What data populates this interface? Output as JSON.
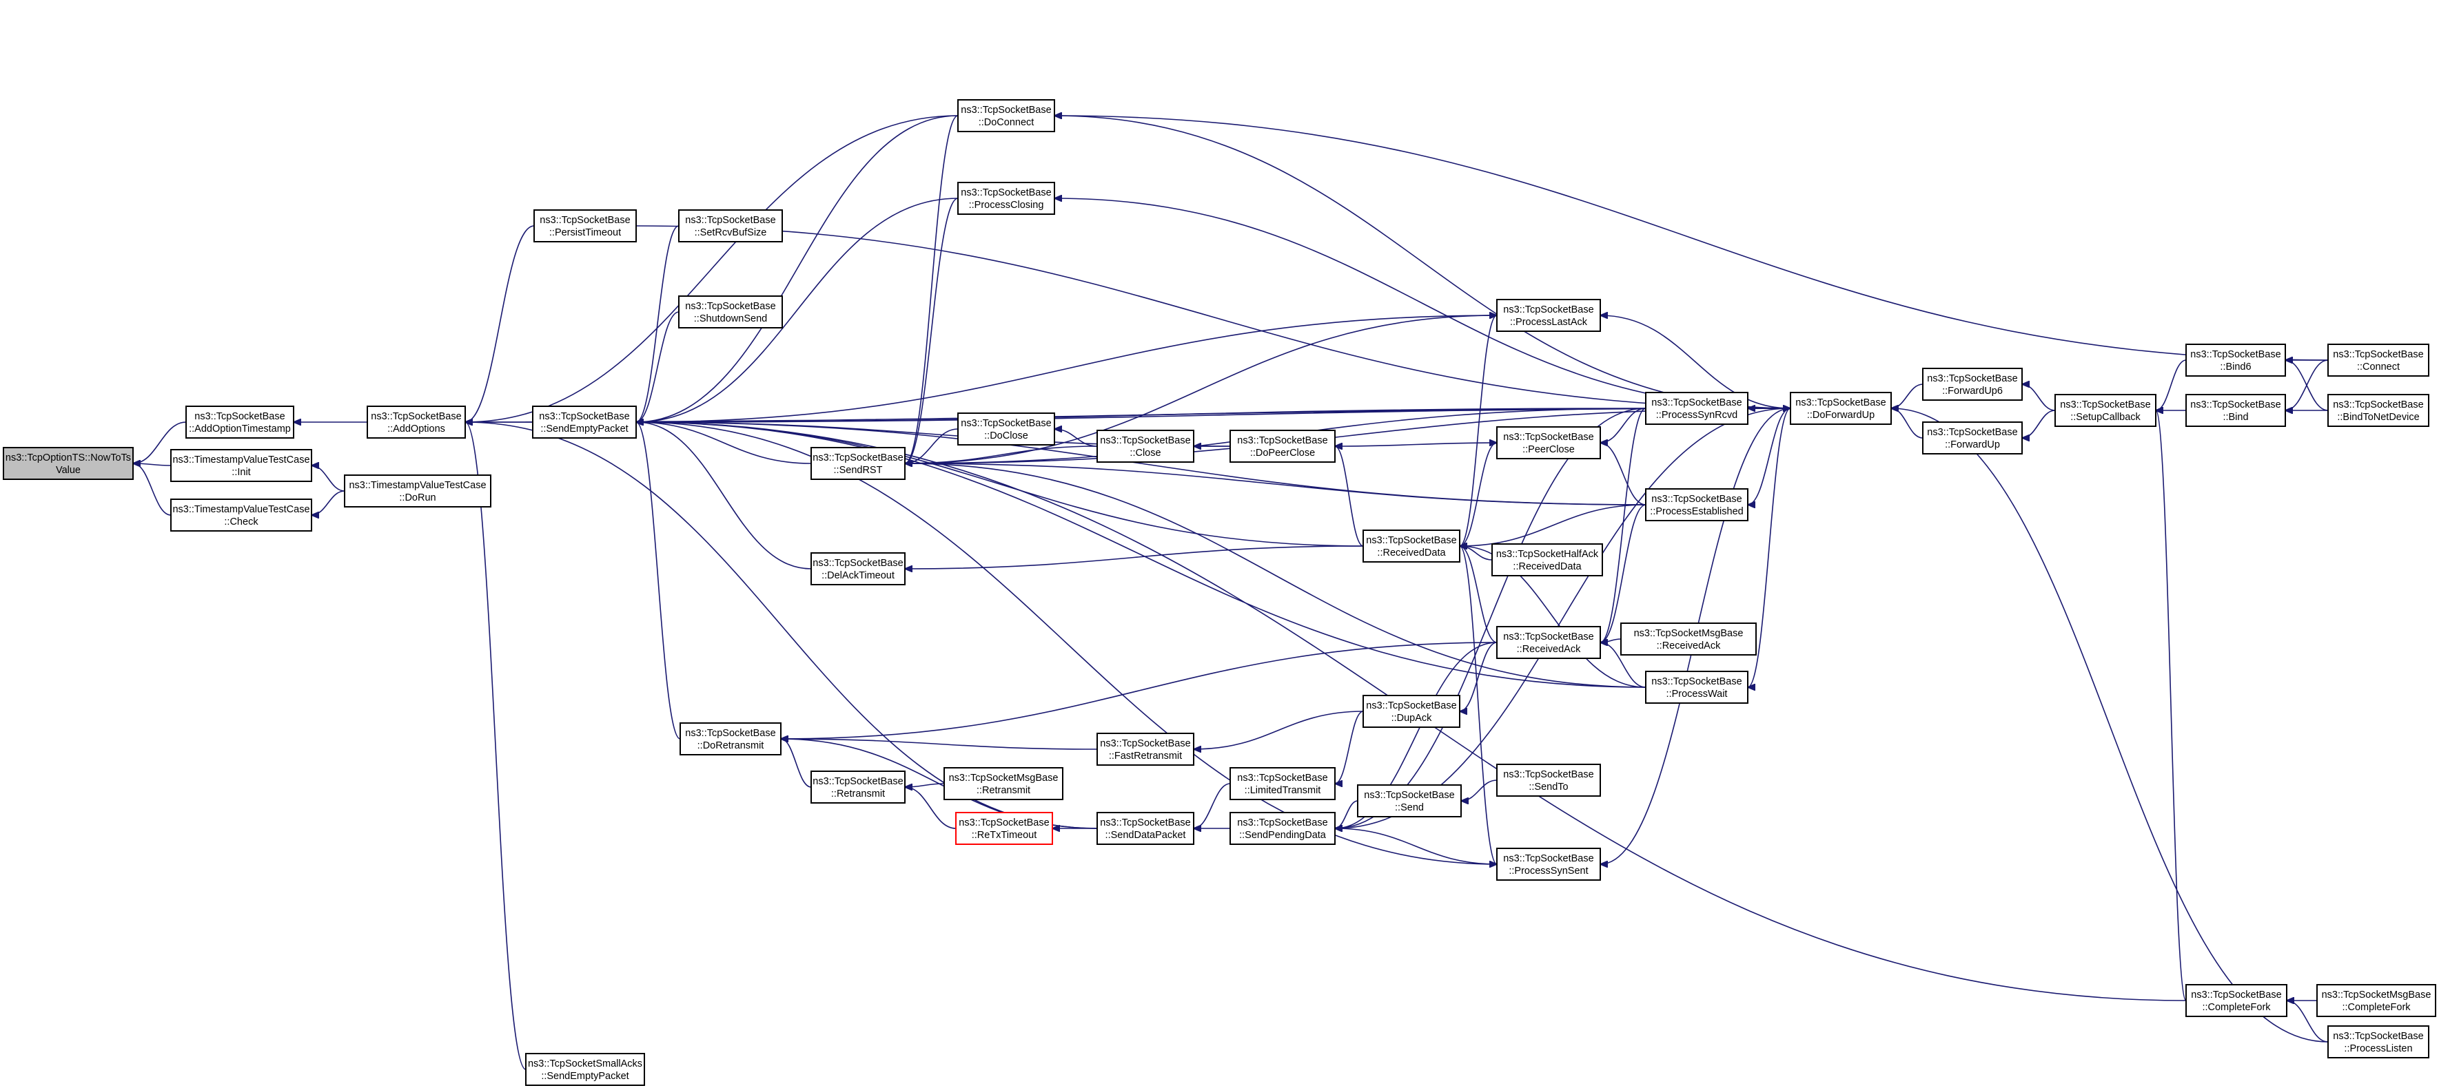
{
  "nodes": [
    {
      "id": "root",
      "lines": [
        "ns3::TcpOptionTS::NowToTs",
        "Value"
      ],
      "style": "root"
    },
    {
      "id": "addOptTs",
      "lines": [
        "ns3::TcpSocketBase",
        "::AddOptionTimestamp"
      ]
    },
    {
      "id": "tvtInit",
      "lines": [
        "ns3::TimestampValueTestCase",
        "::Init"
      ]
    },
    {
      "id": "tvtCheck",
      "lines": [
        "ns3::TimestampValueTestCase",
        "::Check"
      ]
    },
    {
      "id": "tvtDoRun",
      "lines": [
        "ns3::TimestampValueTestCase",
        "::DoRun"
      ]
    },
    {
      "id": "addOptions",
      "lines": [
        "ns3::TcpSocketBase",
        "::AddOptions"
      ]
    },
    {
      "id": "persistTimeout",
      "lines": [
        "ns3::TcpSocketBase",
        "::PersistTimeout"
      ]
    },
    {
      "id": "sendEmpty",
      "lines": [
        "ns3::TcpSocketBase",
        "::SendEmptyPacket"
      ]
    },
    {
      "id": "smallAcks",
      "lines": [
        "ns3::TcpSocketSmallAcks",
        "::SendEmptyPacket"
      ]
    },
    {
      "id": "setRcvBuf",
      "lines": [
        "ns3::TcpSocketBase",
        "::SetRcvBufSize"
      ]
    },
    {
      "id": "shutdownSend",
      "lines": [
        "ns3::TcpSocketBase",
        "::ShutdownSend"
      ]
    },
    {
      "id": "doConnect",
      "lines": [
        "ns3::TcpSocketBase",
        "::DoConnect"
      ]
    },
    {
      "id": "processClosing",
      "lines": [
        "ns3::TcpSocketBase",
        "::ProcessClosing"
      ]
    },
    {
      "id": "sendRst",
      "lines": [
        "ns3::TcpSocketBase",
        "::SendRST"
      ]
    },
    {
      "id": "doClose",
      "lines": [
        "ns3::TcpSocketBase",
        "::DoClose"
      ]
    },
    {
      "id": "delAckTimeout",
      "lines": [
        "ns3::TcpSocketBase",
        "::DelAckTimeout"
      ]
    },
    {
      "id": "doRetransmit",
      "lines": [
        "ns3::TcpSocketBase",
        "::DoRetransmit"
      ]
    },
    {
      "id": "retransmit",
      "lines": [
        "ns3::TcpSocketBase",
        "::Retransmit"
      ]
    },
    {
      "id": "msgRetransmit",
      "lines": [
        "ns3::TcpSocketMsgBase",
        "::Retransmit"
      ]
    },
    {
      "id": "reTxTimeout",
      "lines": [
        "ns3::TcpSocketBase",
        "::ReTxTimeout"
      ],
      "style": "red"
    },
    {
      "id": "close",
      "lines": [
        "ns3::TcpSocketBase",
        "::Close"
      ]
    },
    {
      "id": "fastRetransmit",
      "lines": [
        "ns3::TcpSocketBase",
        "::FastRetransmit"
      ]
    },
    {
      "id": "sendDataPacket",
      "lines": [
        "ns3::TcpSocketBase",
        "::SendDataPacket"
      ]
    },
    {
      "id": "doPeerClose",
      "lines": [
        "ns3::TcpSocketBase",
        "::DoPeerClose"
      ]
    },
    {
      "id": "limitedTransmit",
      "lines": [
        "ns3::TcpSocketBase",
        "::LimitedTransmit"
      ]
    },
    {
      "id": "sendPending",
      "lines": [
        "ns3::TcpSocketBase",
        "::SendPendingData"
      ]
    },
    {
      "id": "receivedData",
      "lines": [
        "ns3::TcpSocketBase",
        "::ReceivedData"
      ]
    },
    {
      "id": "dupAck",
      "lines": [
        "ns3::TcpSocketBase",
        "::DupAck"
      ]
    },
    {
      "id": "send",
      "lines": [
        "ns3::TcpSocketBase",
        "::Send"
      ]
    },
    {
      "id": "halfAckRecv",
      "lines": [
        "ns3::TcpSocketHalfAck",
        "::ReceivedData"
      ]
    },
    {
      "id": "processLastAck",
      "lines": [
        "ns3::TcpSocketBase",
        "::ProcessLastAck"
      ]
    },
    {
      "id": "peerClose",
      "lines": [
        "ns3::TcpSocketBase",
        "::PeerClose"
      ]
    },
    {
      "id": "receivedAck",
      "lines": [
        "ns3::TcpSocketBase",
        "::ReceivedAck"
      ]
    },
    {
      "id": "sendTo",
      "lines": [
        "ns3::TcpSocketBase",
        "::SendTo"
      ]
    },
    {
      "id": "processSynSent",
      "lines": [
        "ns3::TcpSocketBase",
        "::ProcessSynSent"
      ]
    },
    {
      "id": "processSynRcvd",
      "lines": [
        "ns3::TcpSocketBase",
        "::ProcessSynRcvd"
      ]
    },
    {
      "id": "processEstablished",
      "lines": [
        "ns3::TcpSocketBase",
        "::ProcessEstablished"
      ]
    },
    {
      "id": "msgReceivedAck",
      "lines": [
        "ns3::TcpSocketMsgBase",
        "::ReceivedAck"
      ]
    },
    {
      "id": "processWait",
      "lines": [
        "ns3::TcpSocketBase",
        "::ProcessWait"
      ]
    },
    {
      "id": "doForwardUp",
      "lines": [
        "ns3::TcpSocketBase",
        "::DoForwardUp"
      ]
    },
    {
      "id": "forwardUp6",
      "lines": [
        "ns3::TcpSocketBase",
        "::ForwardUp6"
      ]
    },
    {
      "id": "forwardUp",
      "lines": [
        "ns3::TcpSocketBase",
        "::ForwardUp"
      ]
    },
    {
      "id": "setupCallback",
      "lines": [
        "ns3::TcpSocketBase",
        "::SetupCallback"
      ]
    },
    {
      "id": "bind6",
      "lines": [
        "ns3::TcpSocketBase",
        "::Bind6"
      ]
    },
    {
      "id": "bind",
      "lines": [
        "ns3::TcpSocketBase",
        "::Bind"
      ]
    },
    {
      "id": "connect",
      "lines": [
        "ns3::TcpSocketBase",
        "::Connect"
      ]
    },
    {
      "id": "bindToNetDevice",
      "lines": [
        "ns3::TcpSocketBase",
        "::BindToNetDevice"
      ]
    },
    {
      "id": "completeFork",
      "lines": [
        "ns3::TcpSocketBase",
        "::CompleteFork"
      ]
    },
    {
      "id": "msgCompleteFork",
      "lines": [
        "ns3::TcpSocketMsgBase",
        "::CompleteFork"
      ]
    },
    {
      "id": "processListen",
      "lines": [
        "ns3::TcpSocketBase",
        "::ProcessListen"
      ]
    }
  ],
  "edges": [
    [
      "addOptTs",
      "root"
    ],
    [
      "tvtInit",
      "root"
    ],
    [
      "tvtCheck",
      "root"
    ],
    [
      "tvtDoRun",
      "tvtInit"
    ],
    [
      "tvtDoRun",
      "tvtCheck"
    ],
    [
      "addOptions",
      "addOptTs"
    ],
    [
      "persistTimeout",
      "addOptions"
    ],
    [
      "sendEmpty",
      "addOptions"
    ],
    [
      "smallAcks",
      "addOptions"
    ],
    [
      "doConnect",
      "addOptions"
    ],
    [
      "doForwardUp",
      "addOptions"
    ],
    [
      "sendDataPacket",
      "addOptions"
    ],
    [
      "processSynSent",
      "sendEmpty"
    ],
    [
      "completeFork",
      "sendEmpty"
    ],
    [
      "doRetransmit",
      "sendEmpty"
    ],
    [
      "setRcvBuf",
      "sendEmpty"
    ],
    [
      "shutdownSend",
      "sendEmpty"
    ],
    [
      "doConnect",
      "sendEmpty"
    ],
    [
      "processClosing",
      "sendEmpty"
    ],
    [
      "sendRst",
      "sendEmpty"
    ],
    [
      "delAckTimeout",
      "sendEmpty"
    ],
    [
      "doPeerClose",
      "sendEmpty"
    ],
    [
      "receivedData",
      "sendEmpty"
    ],
    [
      "processLastAck",
      "sendEmpty"
    ],
    [
      "processSynRcvd",
      "sendEmpty"
    ],
    [
      "processEstablished",
      "sendEmpty"
    ],
    [
      "doForwardUp",
      "sendEmpty"
    ],
    [
      "processWait",
      "sendEmpty"
    ],
    [
      "persistTimeout",
      "doForwardUp"
    ],
    [
      "doClose",
      "sendRst"
    ],
    [
      "close",
      "sendRst"
    ],
    [
      "processClosing",
      "sendRst"
    ],
    [
      "doConnect",
      "sendRst"
    ],
    [
      "processLastAck",
      "sendRst"
    ],
    [
      "processSynRcvd",
      "sendRst"
    ],
    [
      "processEstablished",
      "sendRst"
    ],
    [
      "processWait",
      "sendRst"
    ],
    [
      "doForwardUp",
      "sendRst"
    ],
    [
      "close",
      "doClose"
    ],
    [
      "doPeerClose",
      "close"
    ],
    [
      "receivedData",
      "delAckTimeout"
    ],
    [
      "retransmit",
      "doRetransmit"
    ],
    [
      "fastRetransmit",
      "doRetransmit"
    ],
    [
      "receivedAck",
      "doRetransmit"
    ],
    [
      "msgRetransmit",
      "retransmit"
    ],
    [
      "reTxTimeout",
      "retransmit"
    ],
    [
      "sendDataPacket",
      "reTxTimeout"
    ],
    [
      "sendDataPacket",
      "doRetransmit"
    ],
    [
      "dupAck",
      "fastRetransmit"
    ],
    [
      "limitedTransmit",
      "sendDataPacket"
    ],
    [
      "sendPending",
      "sendDataPacket"
    ],
    [
      "dupAck",
      "limitedTransmit"
    ],
    [
      "send",
      "sendPending"
    ],
    [
      "receivedAck",
      "sendPending"
    ],
    [
      "processSynSent",
      "sendPending"
    ],
    [
      "doForwardUp",
      "sendPending"
    ],
    [
      "processSynRcvd",
      "sendPending"
    ],
    [
      "peerClose",
      "doPeerClose"
    ],
    [
      "receivedData",
      "doPeerClose"
    ],
    [
      "halfAckRecv",
      "receivedData"
    ],
    [
      "processEstablished",
      "receivedData"
    ],
    [
      "receivedAck",
      "receivedData"
    ],
    [
      "processWait",
      "receivedData"
    ],
    [
      "receivedAck",
      "dupAck"
    ],
    [
      "sendTo",
      "send"
    ],
    [
      "receivedData",
      "processLastAck"
    ],
    [
      "receivedData",
      "peerClose"
    ],
    [
      "receivedData",
      "processSynSent"
    ],
    [
      "msgReceivedAck",
      "receivedAck"
    ],
    [
      "processWait",
      "receivedAck"
    ],
    [
      "processEstablished",
      "receivedAck"
    ],
    [
      "processSynRcvd",
      "receivedAck"
    ],
    [
      "processSynRcvd",
      "peerClose"
    ],
    [
      "processEstablished",
      "peerClose"
    ],
    [
      "doForwardUp",
      "processLastAck"
    ],
    [
      "doForwardUp",
      "processSynRcvd"
    ],
    [
      "doForwardUp",
      "processEstablished"
    ],
    [
      "doForwardUp",
      "processWait"
    ],
    [
      "doForwardUp",
      "processSynSent"
    ],
    [
      "doForwardUp",
      "processClosing"
    ],
    [
      "doForwardUp",
      "doConnect"
    ],
    [
      "forwardUp6",
      "doForwardUp"
    ],
    [
      "forwardUp",
      "doForwardUp"
    ],
    [
      "setupCallback",
      "forwardUp6"
    ],
    [
      "setupCallback",
      "forwardUp"
    ],
    [
      "bind6",
      "setupCallback"
    ],
    [
      "bind",
      "setupCallback"
    ],
    [
      "completeFork",
      "setupCallback"
    ],
    [
      "connect",
      "bind6"
    ],
    [
      "bindToNetDevice",
      "bind6"
    ],
    [
      "connect",
      "bind"
    ],
    [
      "bindToNetDevice",
      "bind"
    ],
    [
      "msgCompleteFork",
      "completeFork"
    ],
    [
      "processListen",
      "completeFork"
    ],
    [
      "processListen",
      "doForwardUp"
    ],
    [
      "connect",
      "doConnect"
    ]
  ]
}
